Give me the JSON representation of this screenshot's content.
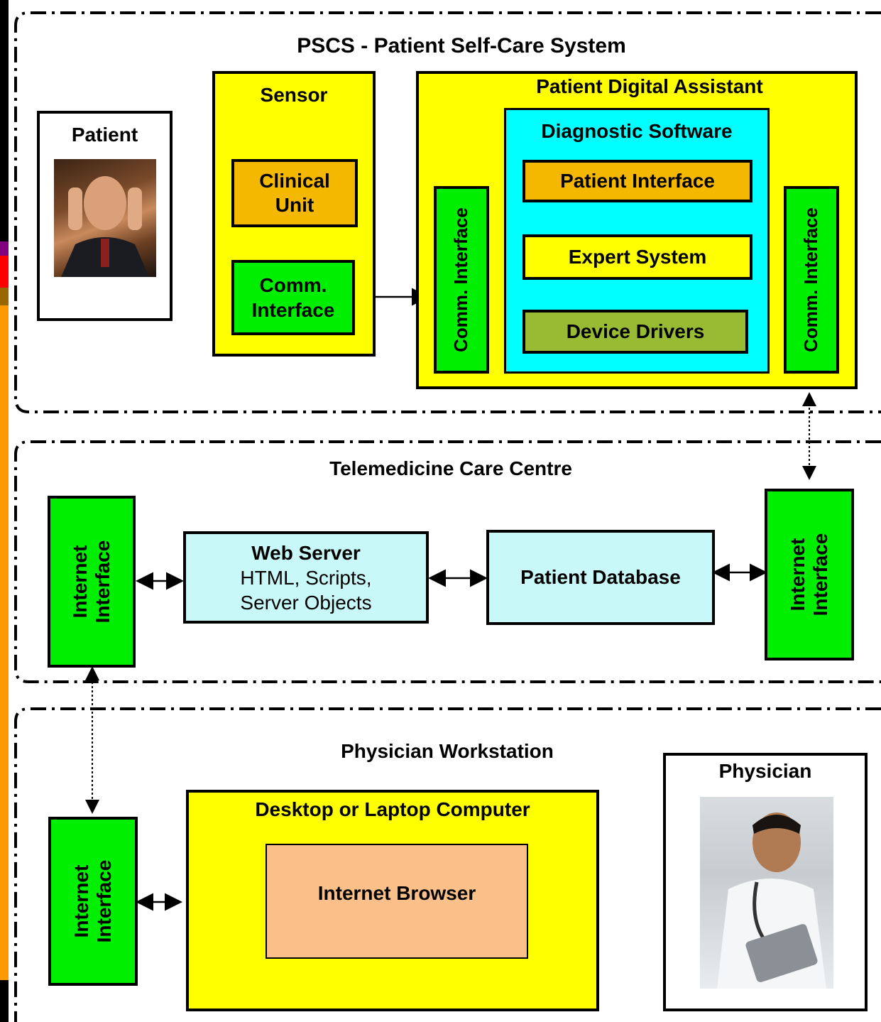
{
  "sections": {
    "pscs_title": "PSCS - Patient Self-Care System",
    "care_centre_title": "Telemedicine Care Centre",
    "physician_ws_title": "Physician Workstation"
  },
  "patient": {
    "label": "Patient"
  },
  "sensor": {
    "label": "Sensor",
    "clinical_unit": "Clinical Unit",
    "comm_interface": "Comm. Interface"
  },
  "pda": {
    "label": "Patient Digital Assistant",
    "comm_left": "Comm. Interface",
    "comm_right": "Comm. Interface",
    "diagnostic": {
      "label": "Diagnostic Software",
      "patient_interface": "Patient Interface",
      "expert_system": "Expert System",
      "device_drivers": "Device Drivers"
    }
  },
  "care_centre": {
    "internet_left": "Internet Interface",
    "web_server_title": "Web Server",
    "web_server_line1": "HTML, Scripts,",
    "web_server_line2": "Server Objects",
    "patient_database": "Patient Database",
    "internet_right": "Internet Interface"
  },
  "workstation": {
    "internet": "Internet Interface",
    "computer": "Desktop or Laptop Computer",
    "browser": "Internet Browser"
  },
  "physician": {
    "label": "Physician"
  },
  "colors": {
    "yellow": "#ffff00",
    "green": "#00ee00",
    "orange": "#f5b800",
    "cyan": "#00ffff",
    "light_cyan": "#c8f8f8",
    "olive": "#99bb33",
    "peach": "#fbc08a",
    "left_strip": "#ff9900"
  }
}
